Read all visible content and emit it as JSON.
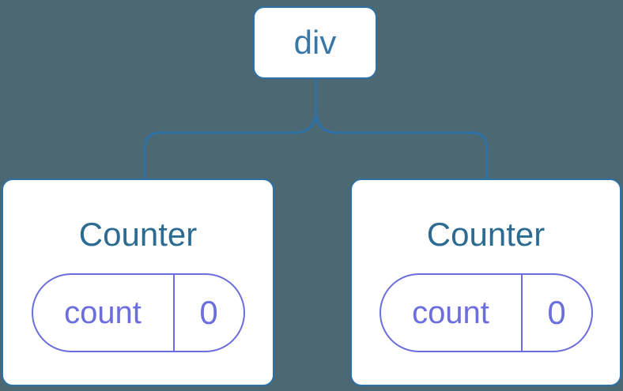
{
  "diagram": {
    "root": {
      "label": "div"
    },
    "children": [
      {
        "title": "Counter",
        "state_key": "count",
        "state_value": "0"
      },
      {
        "title": "Counter",
        "state_key": "count",
        "state_value": "0"
      }
    ],
    "colors": {
      "background": "#4C6873",
      "connector_stroke": "#2E71A6",
      "root_label": "#3878A9",
      "component_title": "#2C6B92",
      "state_purple": "#6B6EDC",
      "card_fill": "#FFFFFF"
    }
  }
}
